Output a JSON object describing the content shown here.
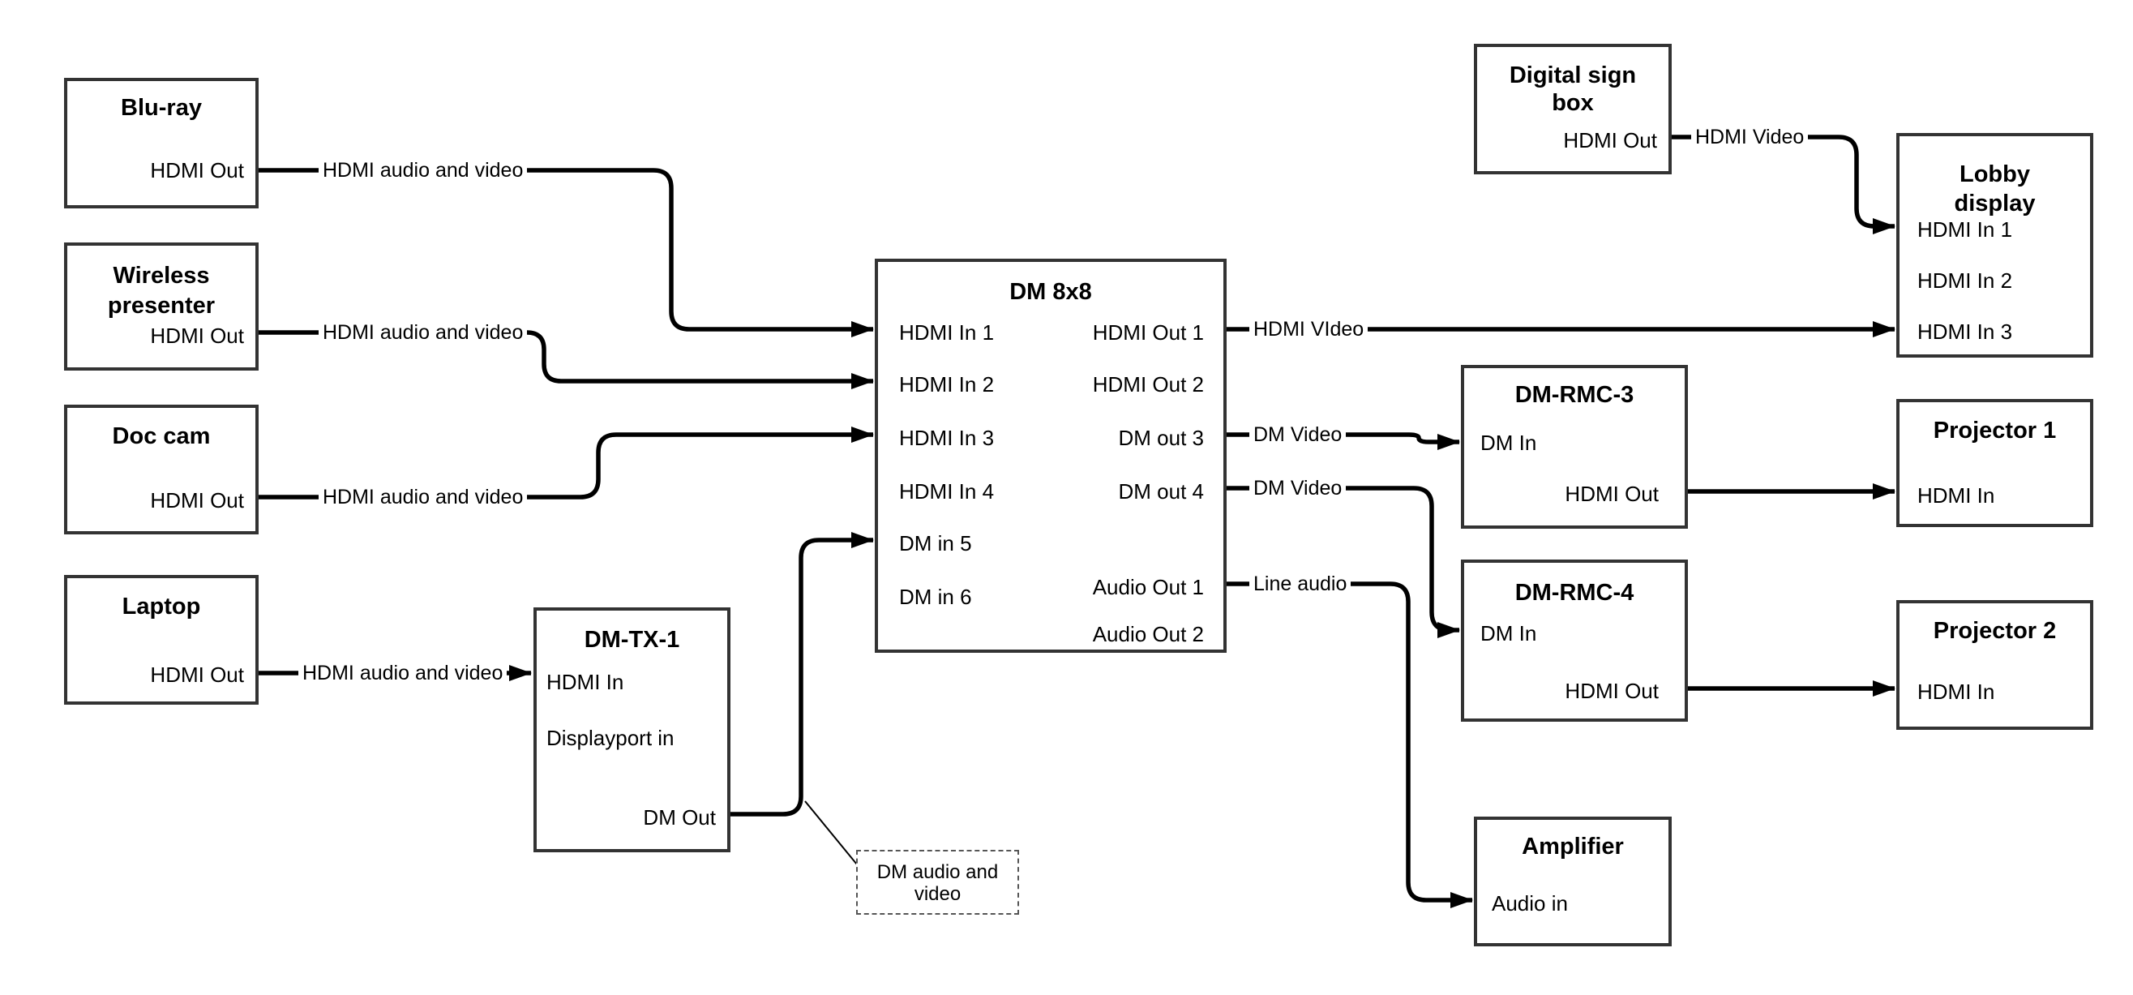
{
  "diagram": {
    "nodes": {
      "blu_ray": {
        "title": "Blu-ray",
        "port_hdmi_out": "HDMI Out"
      },
      "wireless_presenter": {
        "title_line1": "Wireless",
        "title_line2": "presenter",
        "port_hdmi_out": "HDMI Out"
      },
      "doc_cam": {
        "title": "Doc cam",
        "port_hdmi_out": "HDMI Out"
      },
      "laptop": {
        "title": "Laptop",
        "port_hdmi_out": "HDMI Out"
      },
      "dm_tx_1": {
        "title": "DM-TX-1",
        "port_hdmi_in": "HDMI In",
        "port_displayport_in": "Displayport in",
        "port_dm_out": "DM Out"
      },
      "dm_8x8": {
        "title": "DM 8x8",
        "left_ports": [
          "HDMI In 1",
          "HDMI In 2",
          "HDMI In 3",
          "HDMI In 4",
          "DM in 5",
          "DM in 6"
        ],
        "right_ports": [
          "HDMI Out 1",
          "HDMI Out 2",
          "DM out 3",
          "DM out 4",
          "Audio Out 1",
          "Audio Out 2"
        ]
      },
      "digital_sign_box": {
        "title_line1": "Digital sign",
        "title_line2": "box",
        "port_hdmi_out": "HDMI Out"
      },
      "lobby_display": {
        "title_line1": "Lobby",
        "title_line2": "display",
        "ports": [
          "HDMI In 1",
          "HDMI In 2",
          "HDMI In 3"
        ]
      },
      "dm_rmc_3": {
        "title": "DM-RMC-3",
        "port_dm_in": "DM In",
        "port_hdmi_out": "HDMI Out"
      },
      "projector_1": {
        "title": "Projector 1",
        "port_hdmi_in": "HDMI In"
      },
      "dm_rmc_4": {
        "title": "DM-RMC-4",
        "port_dm_in": "DM In",
        "port_hdmi_out": "HDMI Out"
      },
      "projector_2": {
        "title": "Projector 2",
        "port_hdmi_in": "HDMI In"
      },
      "amplifier": {
        "title": "Amplifier",
        "port_audio_in": "Audio in"
      }
    },
    "connection_labels": {
      "blu_ray_to_dm8x8": "HDMI audio and video",
      "wireless_to_dm8x8": "HDMI audio and video",
      "doc_cam_to_dm8x8": "HDMI audio and video",
      "laptop_to_dm_tx_1": "HDMI audio and video",
      "dm8x8_to_lobby": "HDMI VIdeo",
      "dm8x8_to_dm_rmc_3": "DM Video",
      "dm8x8_to_dm_rmc_4": "DM Video",
      "dm8x8_to_amplifier": "Line audio",
      "digital_sign_to_lobby": "HDMI Video"
    },
    "note": {
      "line1": "DM audio and",
      "line2": "video"
    },
    "colors": {
      "line": "#000000",
      "box_border": "#333333",
      "background": "#ffffff",
      "text": "#000000"
    }
  }
}
